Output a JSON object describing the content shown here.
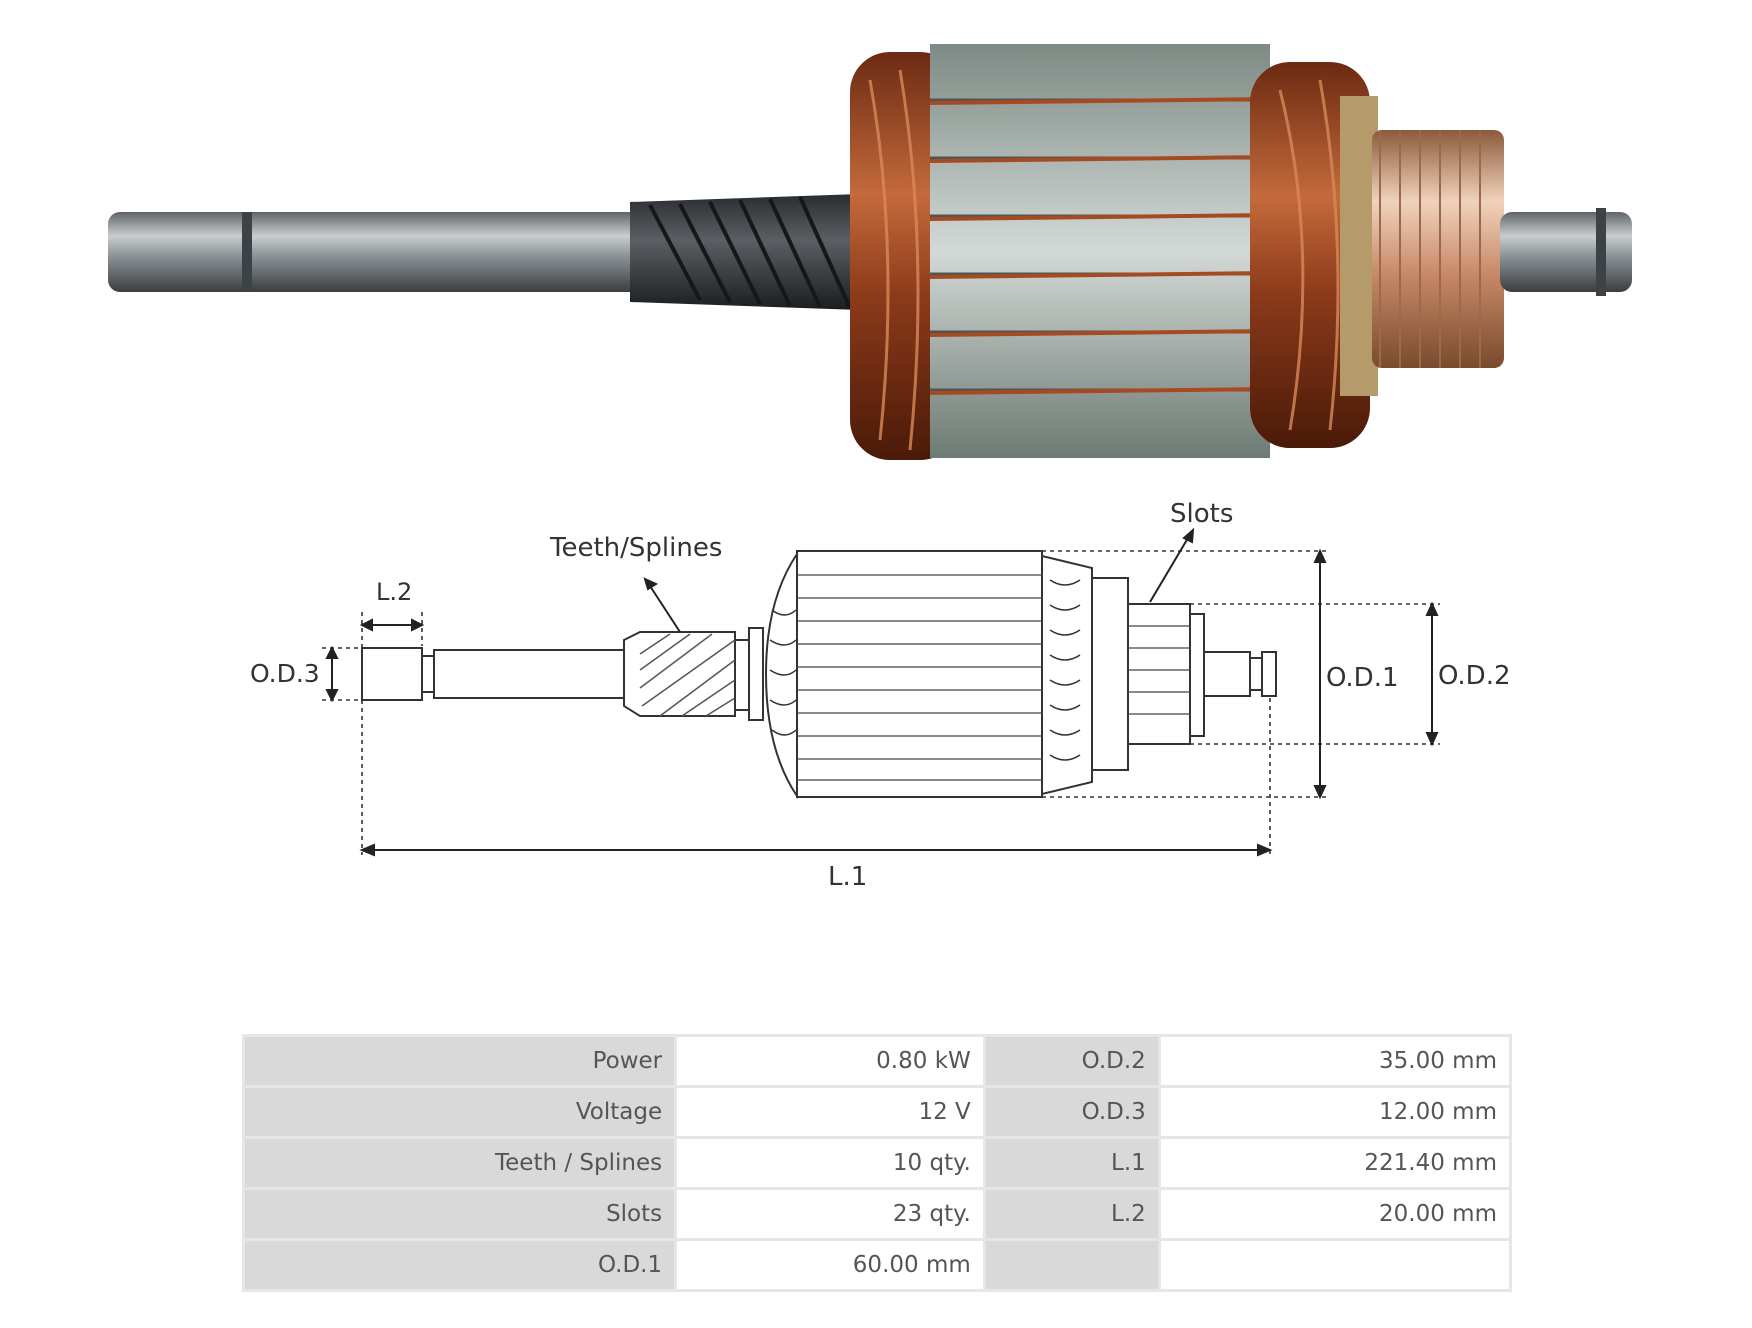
{
  "diagram": {
    "labels": {
      "teeth": "Teeth/Splines",
      "slots": "Slots",
      "l2": "L.2",
      "od3": "O.D.3",
      "od1": "O.D.1",
      "od2": "O.D.2",
      "l1": "L.1"
    }
  },
  "specs": {
    "rows": [
      {
        "k1": "Power",
        "v1": "0.80 kW",
        "k2": "O.D.2",
        "v2": "35.00 mm"
      },
      {
        "k1": "Voltage",
        "v1": "12 V",
        "k2": "O.D.3",
        "v2": "12.00 mm"
      },
      {
        "k1": "Teeth / Splines",
        "v1": "10 qty.",
        "k2": "L.1",
        "v2": "221.40 mm"
      },
      {
        "k1": "Slots",
        "v1": "23 qty.",
        "k2": "L.2",
        "v2": "20.00 mm"
      },
      {
        "k1": "O.D.1",
        "v1": "60.00 mm",
        "k2": "",
        "v2": ""
      }
    ]
  }
}
